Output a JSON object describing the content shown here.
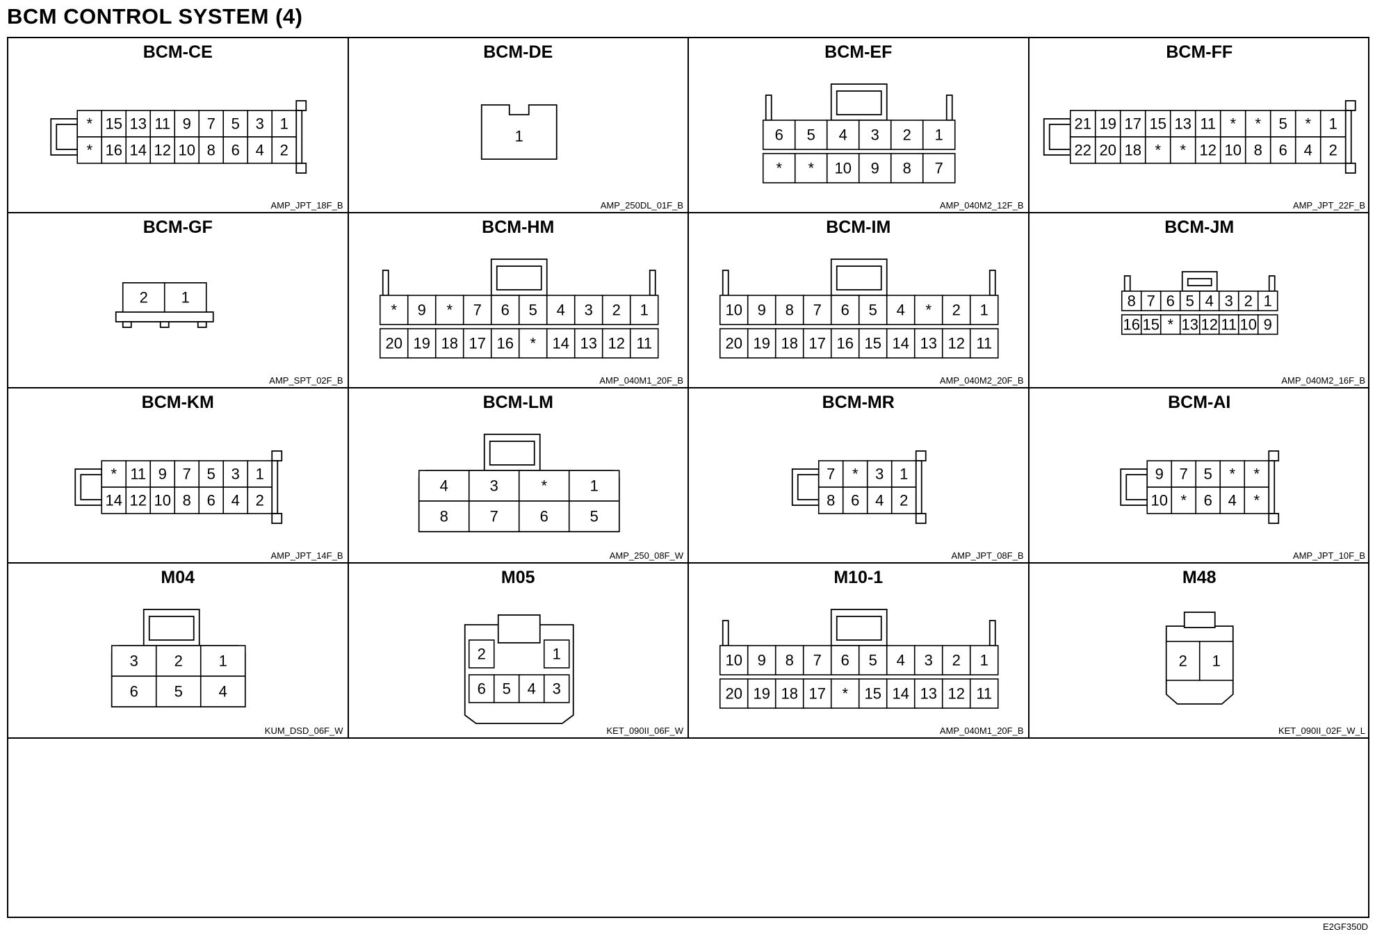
{
  "page_title": "BCM CONTROL SYSTEM (4)",
  "doc_code": "E2GF350D",
  "connectors": [
    {
      "id": "BCM-CE",
      "code": "AMP_JPT_18F_B",
      "style": "latch-left",
      "rows": [
        [
          "*",
          "15",
          "13",
          "11",
          "9",
          "7",
          "5",
          "3",
          "1"
        ],
        [
          "*",
          "16",
          "14",
          "12",
          "10",
          "8",
          "6",
          "4",
          "2"
        ]
      ]
    },
    {
      "id": "BCM-DE",
      "code": "AMP_250DL_01F_B",
      "style": "single",
      "rows": [
        [
          "1"
        ]
      ]
    },
    {
      "id": "BCM-EF",
      "code": "AMP_040M2_12F_B",
      "style": "lock-top",
      "rows": [
        [
          "6",
          "5",
          "4",
          "3",
          "2",
          "1"
        ],
        [
          "*",
          "*",
          "10",
          "9",
          "8",
          "7"
        ]
      ]
    },
    {
      "id": "BCM-FF",
      "code": "AMP_JPT_22F_B",
      "style": "latch-left",
      "rows": [
        [
          "21",
          "19",
          "17",
          "15",
          "13",
          "11",
          "*",
          "*",
          "5",
          "*",
          "1"
        ],
        [
          "22",
          "20",
          "18",
          "*",
          "*",
          "12",
          "10",
          "8",
          "6",
          "4",
          "2"
        ]
      ]
    },
    {
      "id": "BCM-GF",
      "code": "AMP_SPT_02F_B",
      "style": "feet",
      "rows": [
        [
          "2",
          "1"
        ]
      ]
    },
    {
      "id": "BCM-HM",
      "code": "AMP_040M1_20F_B",
      "style": "lock-top",
      "rows": [
        [
          "*",
          "9",
          "*",
          "7",
          "6",
          "5",
          "4",
          "3",
          "2",
          "1"
        ],
        [
          "20",
          "19",
          "18",
          "17",
          "16",
          "*",
          "14",
          "13",
          "12",
          "11"
        ]
      ]
    },
    {
      "id": "BCM-IM",
      "code": "AMP_040M2_20F_B",
      "style": "lock-top",
      "rows": [
        [
          "10",
          "9",
          "8",
          "7",
          "6",
          "5",
          "4",
          "*",
          "2",
          "1"
        ],
        [
          "20",
          "19",
          "18",
          "17",
          "16",
          "15",
          "14",
          "13",
          "12",
          "11"
        ]
      ]
    },
    {
      "id": "BCM-JM",
      "code": "AMP_040M2_16F_B",
      "style": "lock-top-small",
      "rows": [
        [
          "8",
          "7",
          "6",
          "5",
          "4",
          "3",
          "2",
          "1"
        ],
        [
          "16",
          "15",
          "*",
          "13",
          "12",
          "11",
          "10",
          "9"
        ]
      ]
    },
    {
      "id": "BCM-KM",
      "code": "AMP_JPT_14F_B",
      "style": "latch-left",
      "rows": [
        [
          "*",
          "11",
          "9",
          "7",
          "5",
          "3",
          "1"
        ],
        [
          "14",
          "12",
          "10",
          "8",
          "6",
          "4",
          "2"
        ]
      ]
    },
    {
      "id": "BCM-LM",
      "code": "AMP_250_08F_W",
      "style": "lock-top-wide",
      "rows": [
        [
          "4",
          "3",
          "*",
          "1"
        ],
        [
          "8",
          "7",
          "6",
          "5"
        ]
      ]
    },
    {
      "id": "BCM-MR",
      "code": "AMP_JPT_08F_B",
      "style": "latch-left",
      "rows": [
        [
          "7",
          "*",
          "3",
          "1"
        ],
        [
          "8",
          "6",
          "4",
          "2"
        ]
      ]
    },
    {
      "id": "BCM-AI",
      "code": "AMP_JPT_10F_B",
      "style": "latch-left",
      "rows": [
        [
          "9",
          "7",
          "5",
          "*",
          "*"
        ],
        [
          "10",
          "*",
          "6",
          "4",
          "*"
        ]
      ]
    },
    {
      "id": "M04",
      "code": "KUM_DSD_06F_W",
      "style": "lock-top-wide",
      "rows": [
        [
          "3",
          "2",
          "1"
        ],
        [
          "6",
          "5",
          "4"
        ]
      ]
    },
    {
      "id": "M05",
      "code": "KET_090II_06F_W",
      "style": "ket6",
      "rows": [
        [
          "2",
          "",
          "1"
        ],
        [
          "6",
          "5",
          "4",
          "3"
        ]
      ]
    },
    {
      "id": "M10-1",
      "code": "AMP_040M1_20F_B",
      "style": "lock-top",
      "rows": [
        [
          "10",
          "9",
          "8",
          "7",
          "6",
          "5",
          "4",
          "3",
          "2",
          "1"
        ],
        [
          "20",
          "19",
          "18",
          "17",
          "*",
          "15",
          "14",
          "13",
          "12",
          "11"
        ]
      ]
    },
    {
      "id": "M48",
      "code": "KET_090II_02F_W_L",
      "style": "ket2",
      "rows": [
        [
          "2",
          "1"
        ]
      ]
    }
  ]
}
